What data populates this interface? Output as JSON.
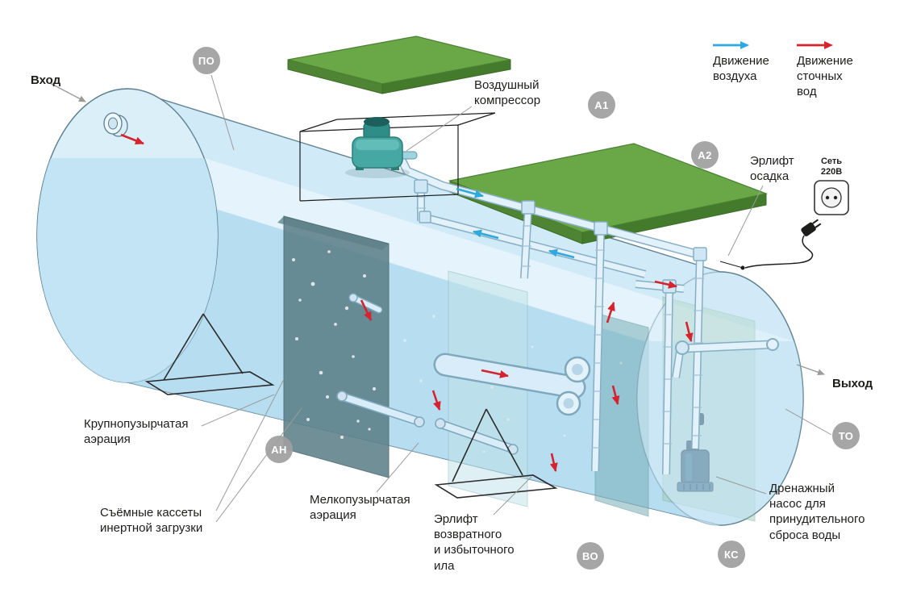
{
  "diagram": {
    "labels": {
      "inlet": "Вход",
      "outlet": "Выход",
      "air_compressor": "Воздушный\nкомпрессор",
      "sludge_airlift": "Эрлифт\nосадка",
      "power_supply": "Сеть\n220В",
      "coarse_bubble_aeration": "Крупнопузырчатая\nаэрация",
      "removable_cassettes": "Съёмные кассеты\nинертной загрузки",
      "fine_bubble_aeration": "Мелкопузырчатая\nаэрация",
      "return_sludge_airlift": "Эрлифт\nвозвратного\nи избыточного\nила",
      "drainage_pump": "Дренажный\nнасос для\nпринудительного\nсброса воды"
    },
    "legend": [
      {
        "label": "Движение\nвоздуха",
        "color": "#2fa8df"
      },
      {
        "label": "Движение\nсточных\nвод",
        "color": "#d6232e"
      }
    ],
    "badges": [
      {
        "id": "ПО"
      },
      {
        "id": "А1"
      },
      {
        "id": "А2"
      },
      {
        "id": "АН"
      },
      {
        "id": "ТО"
      },
      {
        "id": "ВО"
      },
      {
        "id": "КС"
      }
    ],
    "colors": {
      "lid_green": "#6aa847",
      "tank_blue": "#cfe9f7",
      "air_arrow": "#2fa8df",
      "wastewater_arrow": "#d6232e",
      "badge_gray": "#9e9e9e"
    }
  }
}
